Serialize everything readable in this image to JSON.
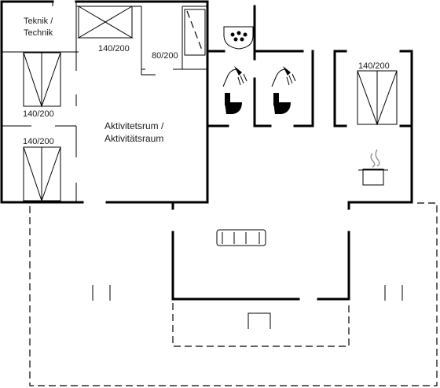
{
  "rooms": {
    "technik": [
      "Teknik /",
      "Technik"
    ],
    "activity": [
      "Aktivitetsrum /",
      "Aktivitätsraum"
    ]
  },
  "beds": {
    "top_center": "140/200",
    "left_upper": "140/200",
    "left_lower": "140/200",
    "small": "80/200",
    "right": "140/200"
  },
  "icons": [
    "whirlpool-icon",
    "shower-icon",
    "toilet-icon",
    "sofa-icon",
    "cooking-pot-icon",
    "table-icon"
  ],
  "colors": {
    "wall": "#000000",
    "background": "#ffffff"
  }
}
